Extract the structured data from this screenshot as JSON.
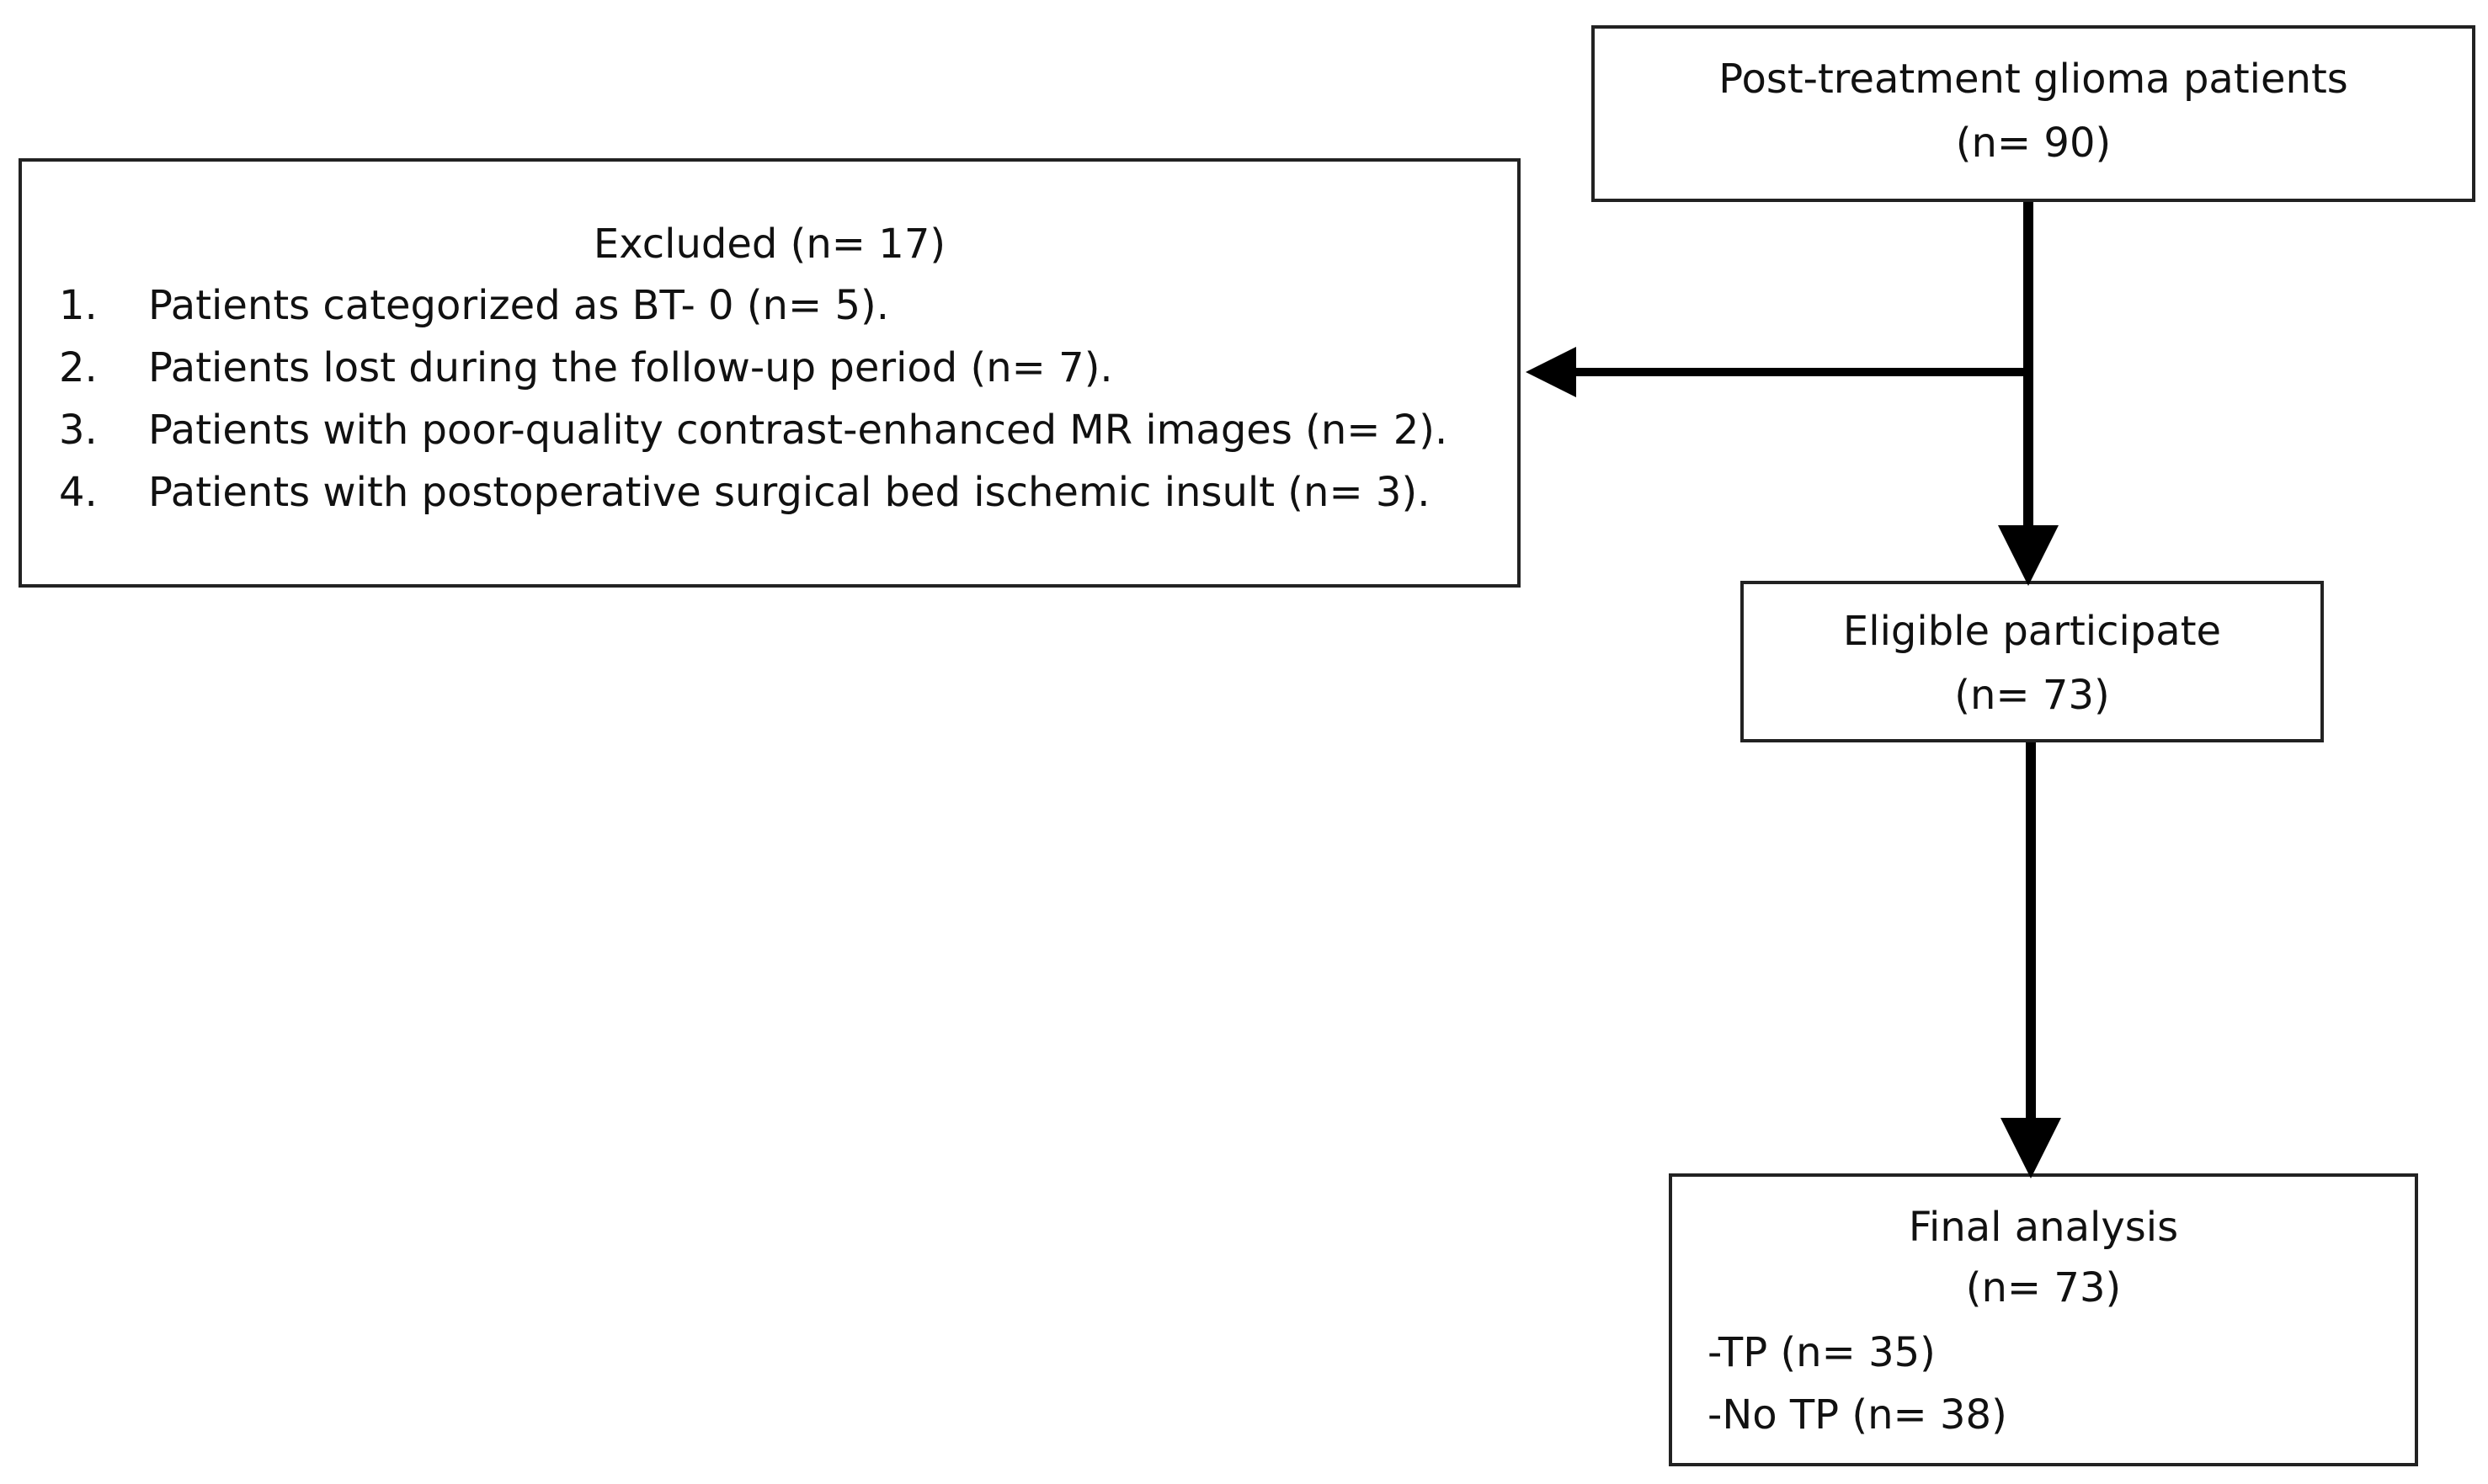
{
  "flowchart": {
    "top_box": {
      "title": "Post-treatment glioma patients",
      "count": "(n= 90)"
    },
    "excluded_box": {
      "title": "Excluded (n= 17)",
      "items": [
        {
          "num": "1.",
          "text": "Patients categorized as BT- 0 (n= 5)."
        },
        {
          "num": "2.",
          "text": "Patients lost during the follow-up period (n= 7)."
        },
        {
          "num": "3.",
          "text": "Patients with poor-quality contrast-enhanced MR images (n= 2)."
        },
        {
          "num": "4.",
          "text": "Patients with postoperative surgical bed ischemic insult (n= 3)."
        }
      ]
    },
    "eligible_box": {
      "title": "Eligible participate",
      "count": "(n= 73)"
    },
    "final_box": {
      "title": "Final analysis",
      "count": "(n= 73)",
      "items": [
        "-TP (n= 35)",
        "-No TP (n= 38)"
      ]
    }
  },
  "colors": {
    "line": "#000000",
    "border": "#222222",
    "background": "#ffffff"
  }
}
